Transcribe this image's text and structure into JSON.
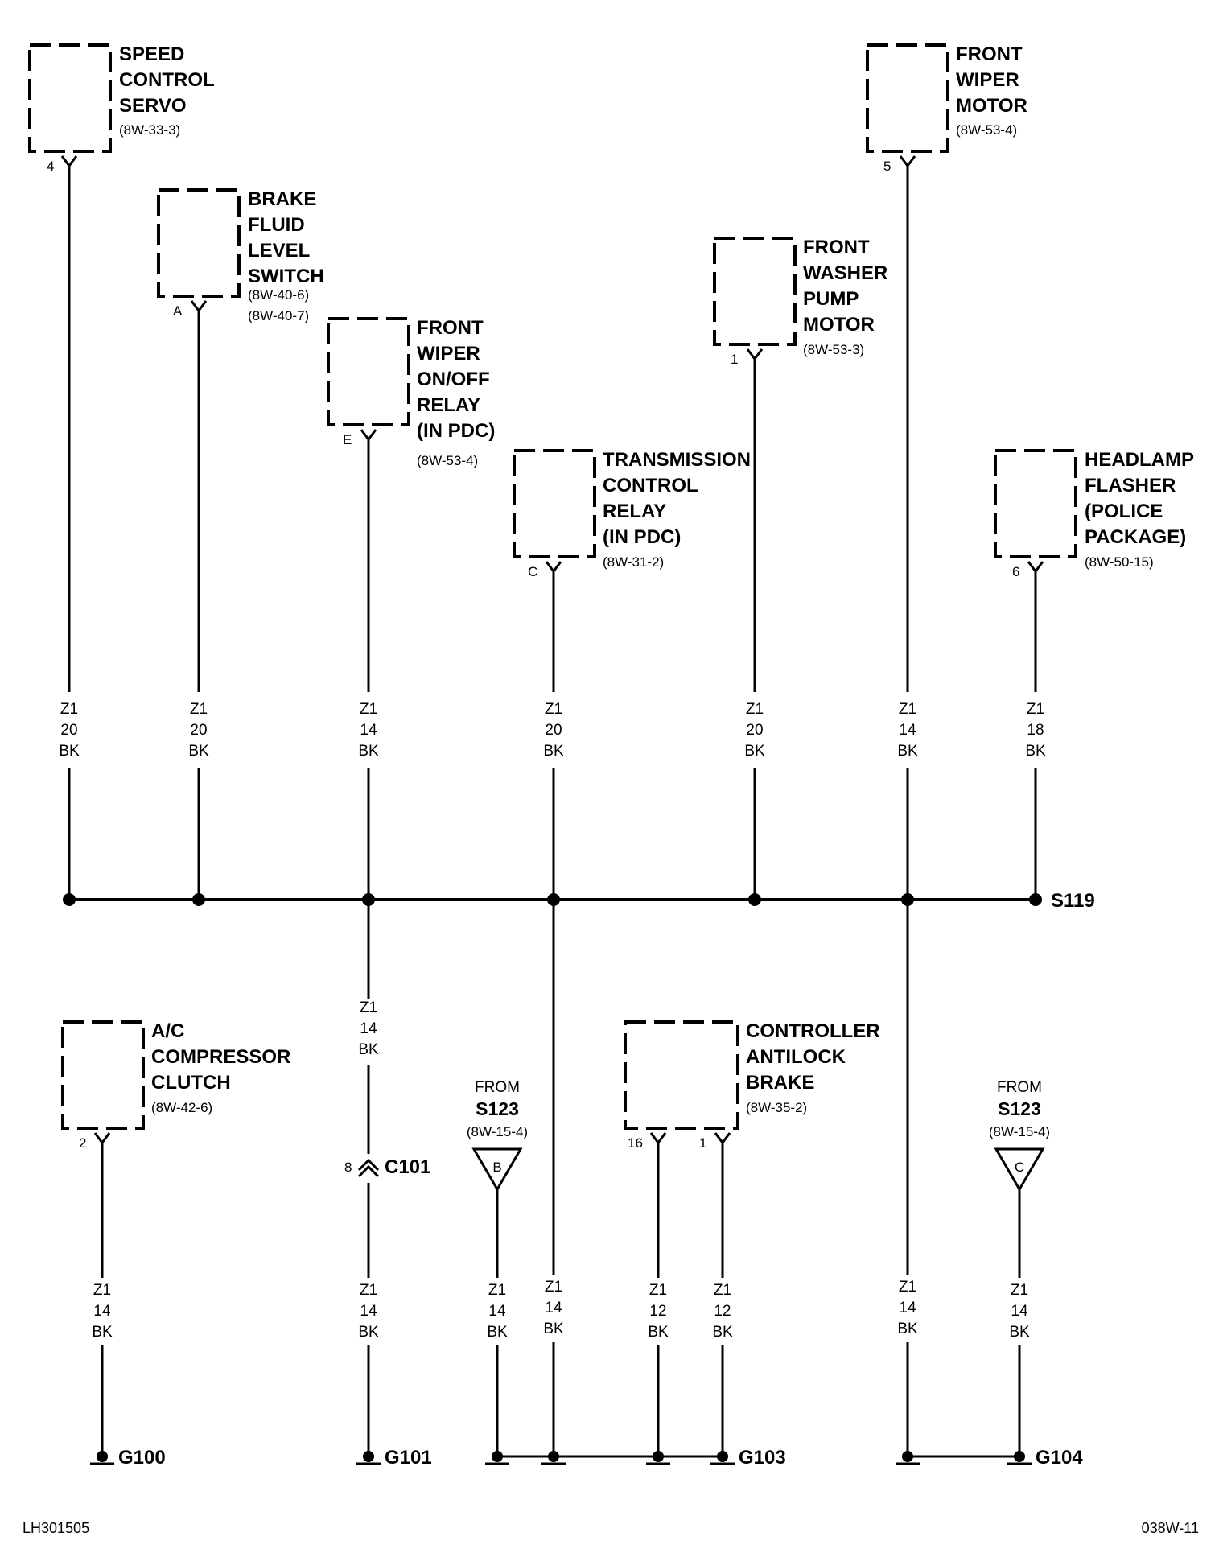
{
  "components": {
    "speed_control_servo": {
      "lines": [
        "SPEED",
        "CONTROL",
        "SERVO"
      ],
      "ref": "(8W-33-3)",
      "pin": "4"
    },
    "brake_fluid_level_switch": {
      "lines": [
        "BRAKE",
        "FLUID",
        "LEVEL",
        "SWITCH"
      ],
      "refs": [
        "(8W-40-6)",
        "(8W-40-7)"
      ],
      "pin": "A"
    },
    "front_wiper_onoff_relay": {
      "lines": [
        "FRONT",
        "WIPER",
        "ON/OFF",
        "RELAY",
        "(IN PDC)"
      ],
      "ref": "(8W-53-4)",
      "pin": "E"
    },
    "transmission_control_relay": {
      "lines": [
        "TRANSMISSION",
        "CONTROL",
        "RELAY",
        "(IN PDC)"
      ],
      "ref": "(8W-31-2)",
      "pin": "C"
    },
    "front_washer_pump_motor": {
      "lines": [
        "FRONT",
        "WASHER",
        "PUMP",
        "MOTOR"
      ],
      "ref": "(8W-53-3)",
      "pin": "1"
    },
    "front_wiper_motor": {
      "lines": [
        "FRONT",
        "WIPER",
        "MOTOR"
      ],
      "ref": "(8W-53-4)",
      "pin": "5"
    },
    "headlamp_flasher": {
      "lines": [
        "HEADLAMP",
        "FLASHER",
        "(POLICE",
        "PACKAGE)"
      ],
      "ref": "(8W-50-15)",
      "pin": "6"
    },
    "ac_compressor_clutch": {
      "lines": [
        "A/C",
        "COMPRESSOR",
        "CLUTCH"
      ],
      "ref": "(8W-42-6)",
      "pin": "2"
    },
    "controller_antilock_brake": {
      "lines": [
        "CONTROLLER",
        "ANTILOCK",
        "BRAKE"
      ],
      "ref": "(8W-35-2)",
      "pins": [
        "16",
        "1"
      ]
    }
  },
  "wires_upper": [
    {
      "circuit": "Z1",
      "gauge": "20",
      "color": "BK"
    },
    {
      "circuit": "Z1",
      "gauge": "20",
      "color": "BK"
    },
    {
      "circuit": "Z1",
      "gauge": "14",
      "color": "BK"
    },
    {
      "circuit": "Z1",
      "gauge": "20",
      "color": "BK"
    },
    {
      "circuit": "Z1",
      "gauge": "20",
      "color": "BK"
    },
    {
      "circuit": "Z1",
      "gauge": "14",
      "color": "BK"
    },
    {
      "circuit": "Z1",
      "gauge": "18",
      "color": "BK"
    }
  ],
  "splice": "S119",
  "connector": {
    "name": "C101",
    "pin": "8"
  },
  "wire_c101_upper": {
    "circuit": "Z1",
    "gauge": "14",
    "color": "BK"
  },
  "wires_lower": [
    {
      "circuit": "Z1",
      "gauge": "14",
      "color": "BK"
    },
    {
      "circuit": "Z1",
      "gauge": "14",
      "color": "BK"
    },
    {
      "circuit": "Z1",
      "gauge": "14",
      "color": "BK"
    },
    {
      "circuit": "Z1",
      "gauge": "14",
      "color": "BK"
    },
    {
      "circuit": "Z1",
      "gauge": "12",
      "color": "BK"
    },
    {
      "circuit": "Z1",
      "gauge": "12",
      "color": "BK"
    },
    {
      "circuit": "Z1",
      "gauge": "14",
      "color": "BK"
    },
    {
      "circuit": "Z1",
      "gauge": "14",
      "color": "BK"
    }
  ],
  "from_refs": [
    {
      "from": "FROM",
      "splice": "S123",
      "ref": "(8W-15-4)",
      "letter": "B"
    },
    {
      "from": "FROM",
      "splice": "S123",
      "ref": "(8W-15-4)",
      "letter": "C"
    }
  ],
  "grounds": [
    "G100",
    "G101",
    "G103",
    "G104"
  ],
  "footer": {
    "left": "LH301505",
    "right": "038W-11"
  }
}
